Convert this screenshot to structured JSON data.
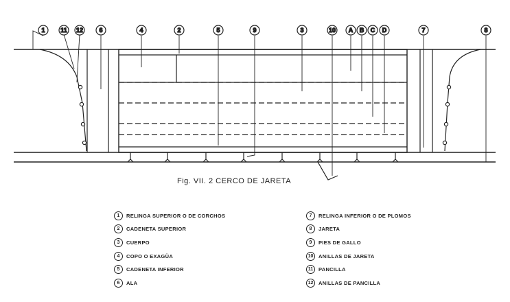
{
  "figure": {
    "caption": "Fig. VII. 2   CERCO DE JARETA",
    "callouts": [
      "1",
      "11",
      "12",
      "6",
      "4",
      "2",
      "5",
      "9",
      "3",
      "10",
      "A",
      "B",
      "C",
      "D",
      "7",
      "8"
    ]
  },
  "legend": {
    "left": [
      {
        "num": "1",
        "label": "RELINGA SUPERIOR O DE CORCHOS"
      },
      {
        "num": "2",
        "label": "CADENETA SUPERIOR"
      },
      {
        "num": "3",
        "label": "CUERPO"
      },
      {
        "num": "4",
        "label": "COPO O EXAGÜA"
      },
      {
        "num": "5",
        "label": "CADENETA INFERIOR"
      },
      {
        "num": "6",
        "label": "ALA"
      }
    ],
    "right": [
      {
        "num": "7",
        "label": "RELINGA INFERIOR O DE PLOMOS"
      },
      {
        "num": "8",
        "label": "JARETA"
      },
      {
        "num": "9",
        "label": "PIES DE GALLO"
      },
      {
        "num": "10",
        "label": "ANILLAS DE JARETA"
      },
      {
        "num": "11",
        "label": "PANCILLA"
      },
      {
        "num": "12",
        "label": "ANILLAS DE PANCILLA"
      }
    ]
  }
}
